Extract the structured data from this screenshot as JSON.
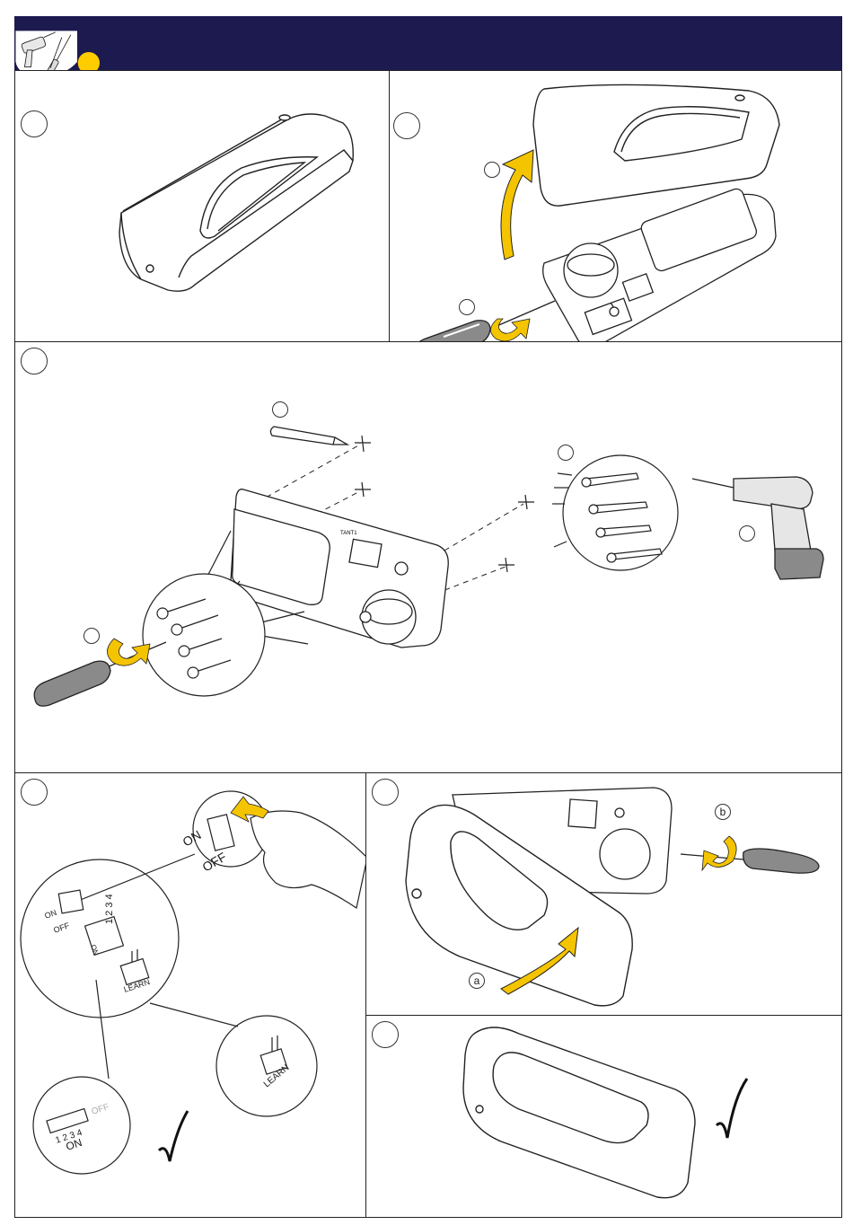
{
  "header": {
    "icon": "tools-icon",
    "accent": "#ffcc00",
    "bar_color": "#1c1a4f"
  },
  "panel_5": {
    "sub_label_a": "a",
    "sub_label_b": "b"
  },
  "switch_labels": {
    "on": "ON",
    "off": "OFF",
    "dip_numbers": "1 2 3 4",
    "dip_on": "ON",
    "learn": "LEARN",
    "pcb_label": "TANT1"
  },
  "dip_check": {
    "numbers": "1 2 3 4",
    "off": "OFF",
    "on": "ON"
  },
  "colors": {
    "arrow_yellow": "#f5c400",
    "ink": "#1a1a1a",
    "grip_grey": "#8a8a8a"
  }
}
